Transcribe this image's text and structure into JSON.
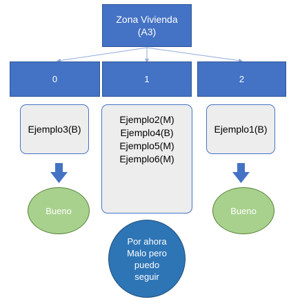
{
  "root": {
    "line1": "Zona Vivienda",
    "line2": "(A3)"
  },
  "branches": [
    {
      "label": "0"
    },
    {
      "label": "1"
    },
    {
      "label": "2"
    }
  ],
  "groups": [
    {
      "items": [
        "Ejemplo3(B)"
      ]
    },
    {
      "items": [
        "Ejemplo2(M)",
        "Ejemplo4(B)",
        "Ejemplo5(M)",
        "Ejemplo6(M)"
      ]
    },
    {
      "items": [
        "Ejemplo1(B)"
      ]
    }
  ],
  "results": {
    "left": "Bueno",
    "right": "Bueno",
    "center": [
      "Por ahora",
      "Malo pero",
      "puedo",
      "seguir"
    ]
  },
  "colors": {
    "box_blue": "#4472c4",
    "panel_gray": "#ededed",
    "good_green": "#a9d18e",
    "decision_blue": "#2e75b6"
  }
}
